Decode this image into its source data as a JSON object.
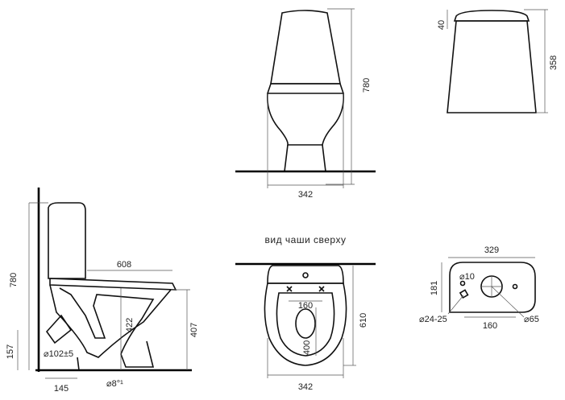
{
  "front_view": {
    "height": "780",
    "width": "342"
  },
  "cistern_view": {
    "top": "40",
    "height": "358"
  },
  "side_view": {
    "height": "780",
    "length": "608",
    "bowl_height": "422",
    "rim_height": "407",
    "outlet_height": "157",
    "outlet_diameter": "⌀102±5",
    "outlet_offset": "145",
    "angle": "⌀8°¹"
  },
  "top_view": {
    "caption": "вид чаши сверху",
    "seat_width": "160",
    "seat_depth": "400",
    "depth": "610",
    "width": "342"
  },
  "cistern_top_view": {
    "width": "329",
    "depth": "181",
    "hole_small": "⌀10",
    "hole_mount": "⌀24-25",
    "spacing": "160",
    "hole_large": "⌀65"
  }
}
